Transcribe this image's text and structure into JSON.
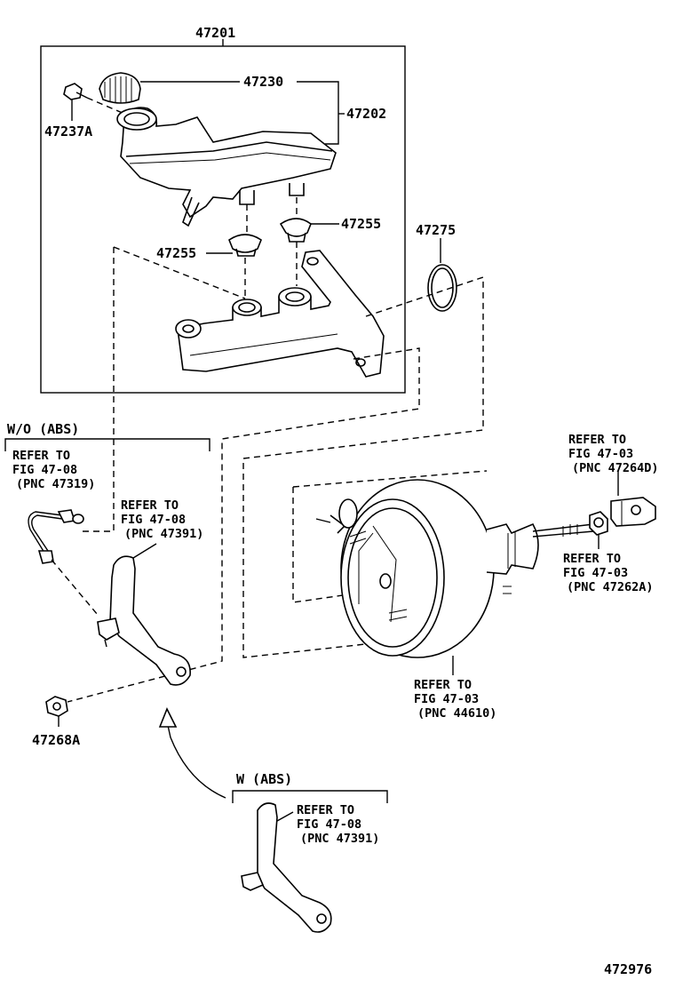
{
  "labels": {
    "p47201": "47201",
    "p47230": "47230",
    "p47202": "47202",
    "p47237a": "47237A",
    "p47255_right": "47255",
    "p47255_left": "47255",
    "p47275": "47275",
    "p47268a": "47268A",
    "diagram_id": "472976"
  },
  "groups": {
    "wo_abs": "W/O (ABS)",
    "w_abs": "W (ABS)"
  },
  "refs": {
    "r47319": [
      "REFER TO",
      "FIG 47-08",
      "(PNC 47319)"
    ],
    "r47391_a": [
      "REFER TO",
      "FIG 47-08",
      "(PNC 47391)"
    ],
    "r47264d": [
      "REFER TO",
      "FIG 47-03",
      "(PNC 47264D)"
    ],
    "r47262a": [
      "REFER TO",
      "FIG 47-03",
      "(PNC 47262A)"
    ],
    "r44610": [
      "REFER TO",
      "FIG 47-03",
      "(PNC 44610)"
    ],
    "r47391_b": [
      "REFER TO",
      "FIG 47-08",
      "(PNC 47391)"
    ]
  }
}
